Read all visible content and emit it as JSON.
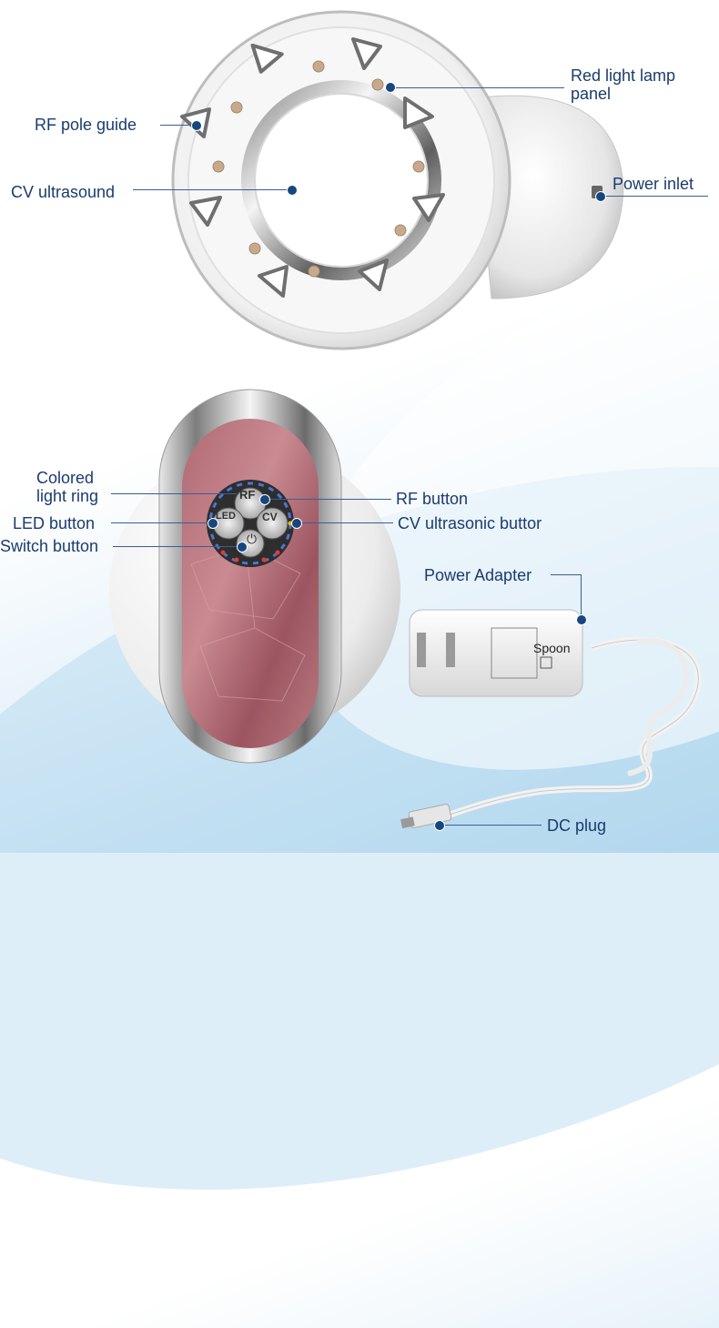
{
  "labels": {
    "red_light_line1": "Red light lamp",
    "red_light_line2": "panel",
    "rf_pole_guide": "RF pole guide",
    "cv_ultrasound": "CV ultrasound",
    "power_inlet": "Power inlet",
    "colored_line1": "Colored",
    "colored_line2": "light ring",
    "rf_button": "RF button",
    "led_button": "LED button",
    "cv_ultrasonic_button": "CV ultrasonic buttor",
    "switch_button": "Switch button",
    "power_adapter": "Power Adapter",
    "spoon": "Spoon",
    "dc_plug": "DC plug"
  },
  "device_button_text": {
    "rf": "RF",
    "led": "LED",
    "cv": "CV"
  },
  "colors": {
    "label_text": "#1a3c6e",
    "lead_line": "#3a5e93",
    "panel_pink": "#a8626c",
    "chrome": "#d8d8d8"
  }
}
